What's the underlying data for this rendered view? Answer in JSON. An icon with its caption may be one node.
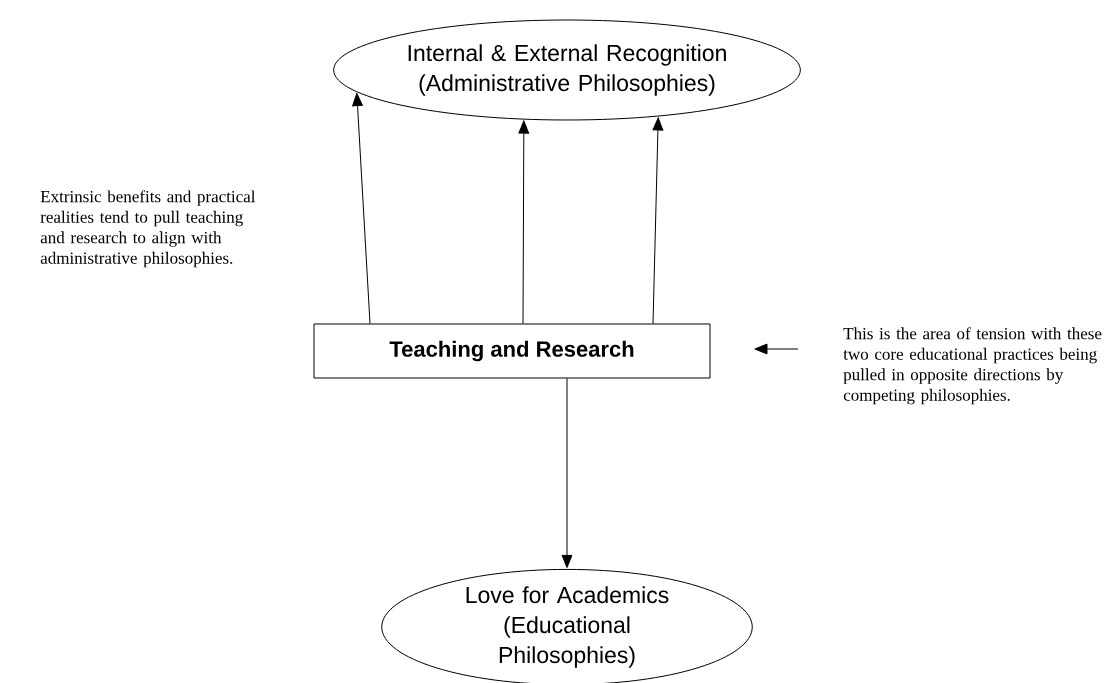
{
  "diagram": {
    "nodes": [
      {
        "text": [
          "Internal & External Recognition (Administrative Philosophies)"
        ]
      },
      {
        "text": [
          "Teaching and Research"
        ]
      },
      {
        "text": [
          "Love for Academics (Educational Philosophies)"
        ]
      },
      {
        "text": [
          "This is the area of tension with these two core educational practices being pulled in opposite directions by competing philosophies."
        ]
      }
    ],
    "edges": [
      {
        "from": 1,
        "to": 0,
        "arrow": "to"
      },
      {
        "from": 1,
        "to": 0,
        "arrow": "to"
      },
      {
        "from": 1,
        "to": 0,
        "arrow": "to"
      },
      {
        "from": 1,
        "to": 2,
        "arrow": "to"
      },
      {
        "from": 3,
        "to": 1,
        "arrow": "to"
      }
    ],
    "labels": [
      "Extrinsic benefits and practical realities tend to pull teaching and research to align with administrative philosophies."
    ]
  }
}
